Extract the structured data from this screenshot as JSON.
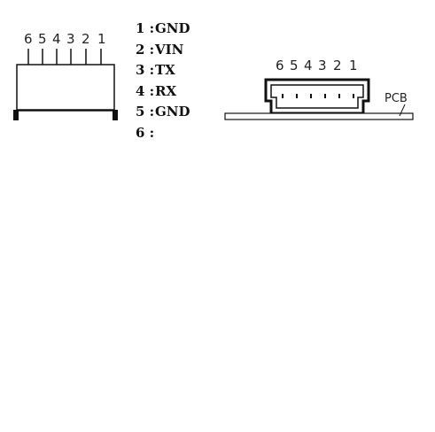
{
  "left_connector": {
    "pin_numbers": [
      "6",
      "5",
      "4",
      "3",
      "2",
      "1"
    ]
  },
  "legend": {
    "rows": [
      {
        "num": "1 :",
        "signal": "GND"
      },
      {
        "num": "2 :",
        "signal": "VIN"
      },
      {
        "num": "3 :",
        "signal": "TX"
      },
      {
        "num": "4 :",
        "signal": "RX"
      },
      {
        "num": "5 :",
        "signal": "GND"
      },
      {
        "num": "6 :",
        "signal": ""
      }
    ]
  },
  "right_connector": {
    "pin_numbers": [
      "6",
      "5",
      "4",
      "3",
      "2",
      "1"
    ],
    "pcb_label": "PCB"
  },
  "colors": {
    "line": "#111111",
    "background": "#ffffff"
  }
}
